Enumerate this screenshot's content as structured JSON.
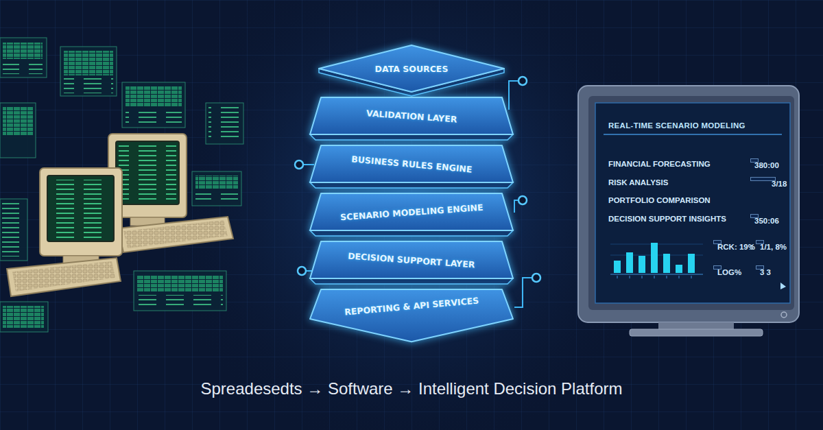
{
  "diagram": {
    "caption": "Spreadesedts → Software → Intelligent Decision Platform",
    "nodes": [
      {
        "text": [
          "DATA SOURCES"
        ]
      },
      {
        "text": [
          "VALIDATION LAYER"
        ]
      },
      {
        "text": [
          "BUSINESS RULES ENGINE"
        ]
      },
      {
        "text": [
          "SCENARIO MODELING ENGINE"
        ]
      },
      {
        "text": [
          "DECISION SUPPORT LAYER"
        ]
      },
      {
        "text": [
          "REPORTING & API SERVICES"
        ]
      },
      {
        "text": [
          "REAL-TIME SCENARIO MODELING",
          "FINANCIAL FORECASTING",
          "RISK ANALYSIS",
          "PORTFOLIO COMPARISON",
          "DECISION SUPPORT INSIGHTS"
        ]
      },
      {
        "text": [
          "380:00"
        ],
        "in": 6
      },
      {
        "text": [
          "3/18"
        ],
        "in": 6
      },
      {
        "text": [
          "350:06"
        ],
        "in": 6
      },
      {
        "text": [
          "RCK: 19%"
        ],
        "in": 6
      },
      {
        "text": [
          "1/1, 8%"
        ],
        "in": 6
      },
      {
        "text": [
          "LOG%"
        ],
        "in": 6
      },
      {
        "text": [
          "3 3"
        ],
        "in": 6
      }
    ],
    "labels": [
      ":"
    ]
  }
}
